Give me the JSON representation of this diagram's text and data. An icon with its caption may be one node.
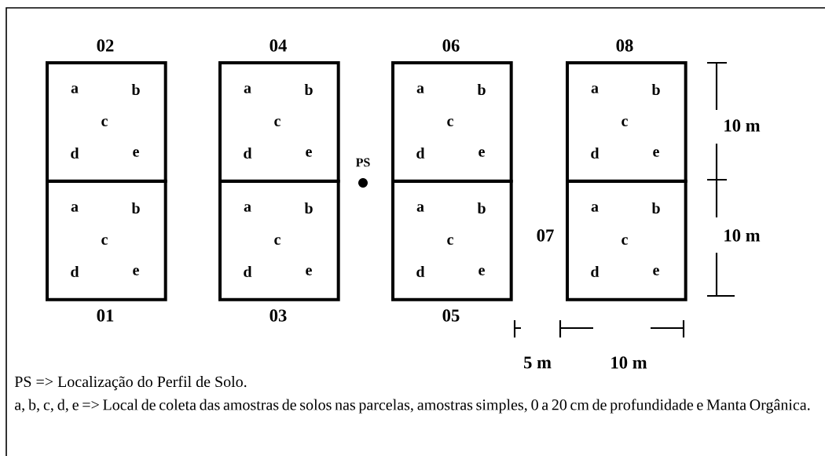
{
  "diagram": {
    "nodes": [
      {
        "text": [
          "a",
          "b",
          "c",
          "d",
          "e"
        ],
        "beside": [
          "02"
        ]
      },
      {
        "text": [
          "a",
          "b",
          "c",
          "d",
          "e"
        ],
        "beside": [
          "04"
        ]
      },
      {
        "text": [
          "a",
          "b",
          "c",
          "d",
          "e"
        ],
        "beside": [
          "06"
        ]
      },
      {
        "text": [
          "a",
          "b",
          "c",
          "d",
          "e"
        ],
        "beside": [
          "08"
        ]
      },
      {
        "text": [],
        "shape": "circle",
        "beside": [
          "PS"
        ]
      },
      {
        "text": [
          "a",
          "b",
          "c",
          "d",
          "e"
        ],
        "beside": [
          "01"
        ]
      },
      {
        "text": [
          "a",
          "b",
          "c",
          "d",
          "e"
        ],
        "beside": [
          "03"
        ]
      },
      {
        "text": [
          "a",
          "b",
          "c",
          "d",
          "e"
        ],
        "beside": [
          "05"
        ]
      },
      {
        "text": [
          "a",
          "b",
          "c",
          "d",
          "e"
        ],
        "beside": [
          "07"
        ]
      }
    ],
    "labels": [
      "10 m",
      "10 m",
      "5 m",
      "10 m",
      "PS => Localização do Perfil de Solo.",
      "a, b, c, d, e => Local de coleta das amostras de solos nas parcelas, amostras simples, 0 a 20 cm de profundidade e Manta Orgânica."
    ]
  }
}
